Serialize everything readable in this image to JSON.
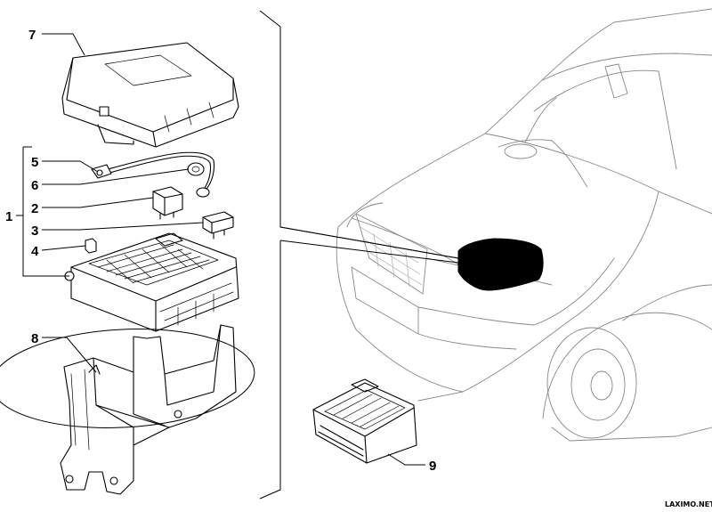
{
  "callouts": {
    "c1": "1",
    "c2": "2",
    "c3": "3",
    "c4": "4",
    "c5": "5",
    "c6": "6",
    "c7": "7",
    "c8": "8",
    "c9": "9"
  },
  "watermark": "LAXIMO.NET"
}
